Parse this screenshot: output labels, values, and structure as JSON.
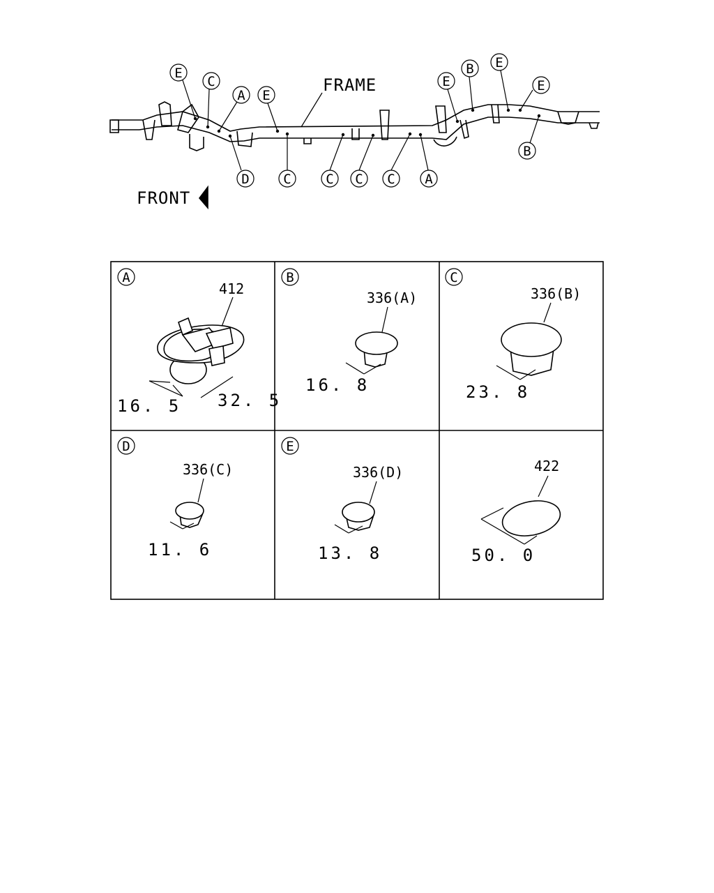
{
  "overview": {
    "frame_label": "FRAME",
    "front_label": "FRONT",
    "markers_top": [
      "E",
      "C",
      "A",
      "E",
      "E",
      "B",
      "E",
      "E"
    ],
    "markers_bottom": [
      "D",
      "C",
      "C",
      "C",
      "C",
      "A",
      "B"
    ]
  },
  "panels": [
    {
      "letter": "A",
      "part_no": "412",
      "dims": [
        "16. 5",
        "32. 5"
      ]
    },
    {
      "letter": "B",
      "part_no": "336(A)",
      "dims": [
        "16. 8"
      ]
    },
    {
      "letter": "C",
      "part_no": "336(B)",
      "dims": [
        "23. 8"
      ]
    },
    {
      "letter": "D",
      "part_no": "336(C)",
      "dims": [
        "11. 6"
      ]
    },
    {
      "letter": "E",
      "part_no": "336(D)",
      "dims": [
        "13. 8"
      ]
    },
    {
      "letter": "",
      "part_no": "422",
      "dims": [
        "50. 0"
      ]
    }
  ]
}
